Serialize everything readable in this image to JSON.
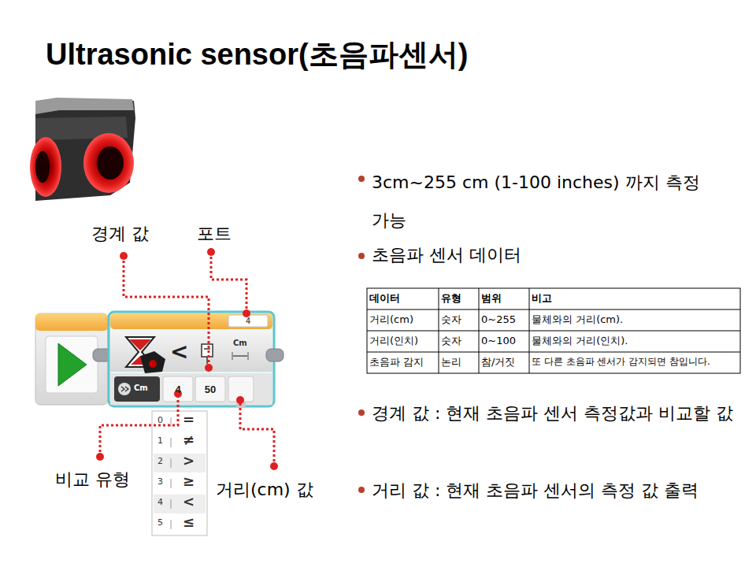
{
  "diagram": {
    "title": "Ultrasonic sensor(초음파센서)",
    "nodes": [
      {
        "text": [
          "4"
        ]
      },
      {
        "text": [
          "4"
        ]
      },
      {
        "text": [
          "50"
        ]
      }
    ],
    "labels": [
      "경계 값",
      "포트",
      "비교 유형",
      "거리(cm) 값",
      "<",
      "Cm",
      "Cm",
      "0",
      "=",
      "1",
      "≠",
      "2",
      ">",
      "3",
      "≥",
      "4",
      "<",
      "5",
      "≤",
      "3cm~255 cm (1-100 inches) 까지 측정 가능",
      "초음파 센서 데이터",
      "데이터",
      "유형",
      "범위",
      "비고",
      "거리(cm)",
      "숫자",
      "0~255",
      "물체와의 거리(cm).",
      "거리(인치)",
      "숫자",
      "0~100",
      "물체와의 거리(인치).",
      "초음파 감지",
      "논리",
      "참/거짓",
      "또 다른 초음파 센서가 감지되면 참입니다.",
      "경계 값 : 현재 초음파 센서 측정값과 비교할 값",
      "거리 값 : 현재 초음파 센서의 측정 값 출력"
    ]
  }
}
